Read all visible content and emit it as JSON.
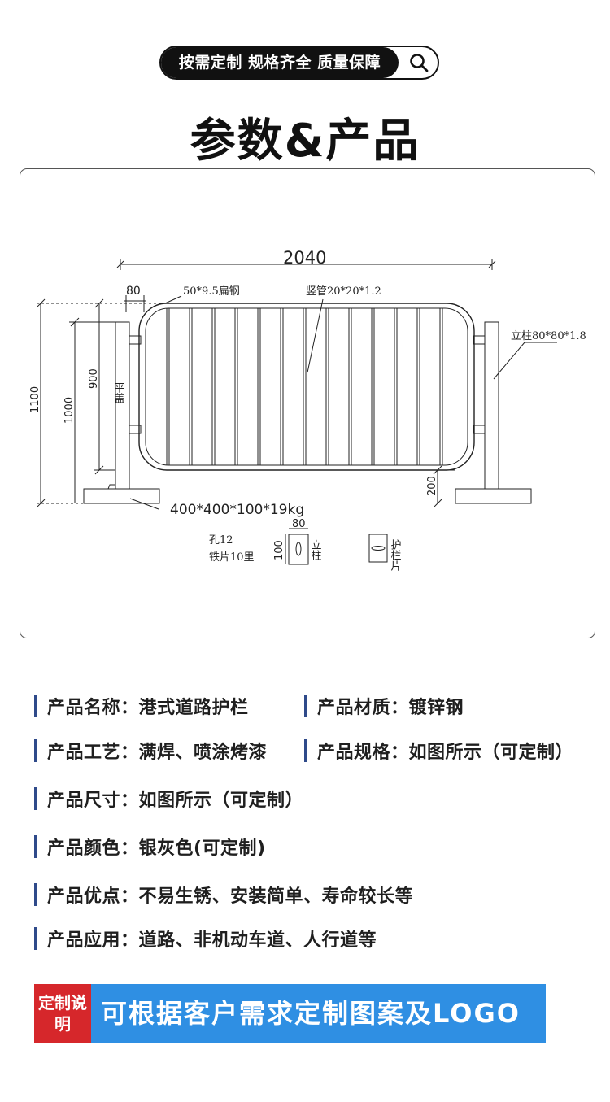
{
  "header": {
    "pill_text": "按需定制 规格齐全 质量保障",
    "search_icon": "search-icon",
    "title": "参数&产品"
  },
  "drawing": {
    "dim_overall_width": "2040",
    "dim_80_top": "80",
    "label_flat_steel": "50*9.5扁钢",
    "label_vertical_tube": "竖管20*20*1.2",
    "label_post": "立柱80*80*1.8",
    "label_cap": "平盖",
    "dim_900": "900",
    "dim_1000": "1000",
    "dim_1100": "1100",
    "dim_200": "200",
    "label_base": "400*400*100*19kg",
    "dim_80_small": "80",
    "dim_100_small": "100",
    "label_hole": "孔12",
    "label_plate": "铁片10里",
    "label_post_detail": "立柱",
    "label_rail_detail": "护栏片"
  },
  "specs": {
    "name": "产品名称：港式道路护栏",
    "material": "产品材质：镀锌钢",
    "process": "产品工艺：满焊、喷涂烤漆",
    "spec": "产品规格：如图所示（可定制）",
    "size": "产品尺寸：如图所示（可定制）",
    "color": "产品颜色：银灰色(可定制)",
    "advantages": "产品优点：不易生锈、安装简单、寿命较长等",
    "application": "产品应用：道路、非机动车道、人行道等"
  },
  "banner": {
    "tag": "定制说明",
    "text": "可根据客户需求定制图案及LOGO"
  },
  "colors": {
    "accent_blue": "#2f8fe3",
    "tag_red": "#d6272b",
    "spec_bar": "#2f4a8a"
  }
}
